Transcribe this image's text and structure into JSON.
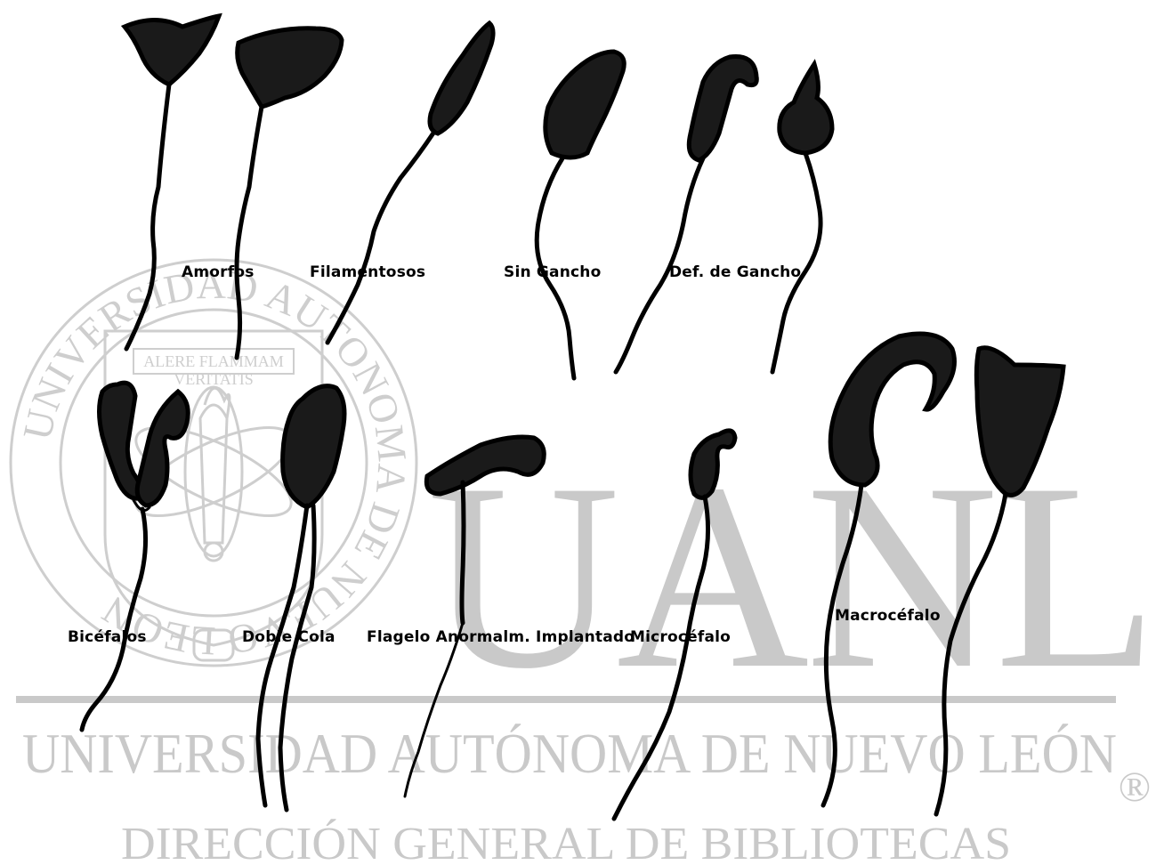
{
  "watermark": {
    "big_letters": "UANL",
    "university": "UNIVERSIDAD AUTÓNOMA DE NUEVO LEÓN",
    "directorate": "DIRECCIÓN GENERAL DE BIBLIOTECAS",
    "seal_ring_text": "UNIVERSIDAD AUTONOMA DE NUEVO LEON",
    "seal_motto_line1": "ALERE FLAMMAM",
    "seal_motto_line2": "VERITATIS",
    "registered_mark": "®",
    "color": "#c9c9c9"
  },
  "labels": {
    "amorfos": "Amorfos",
    "filamentosos": "Filamentosos",
    "sin_gancho": "Sin Gancho",
    "def_gancho": "Def. de Gancho",
    "bicefalos": "Bicéfalos",
    "doble_cola": "Doble Cola",
    "flagelo": "Flagelo Anormalm. Implantado",
    "microcefalo": "Microcéfalo",
    "macrocefalo": "Macrocéfalo"
  },
  "colors": {
    "ink": "#000000",
    "head_fill": "#1a1a1a",
    "background": "#ffffff"
  }
}
